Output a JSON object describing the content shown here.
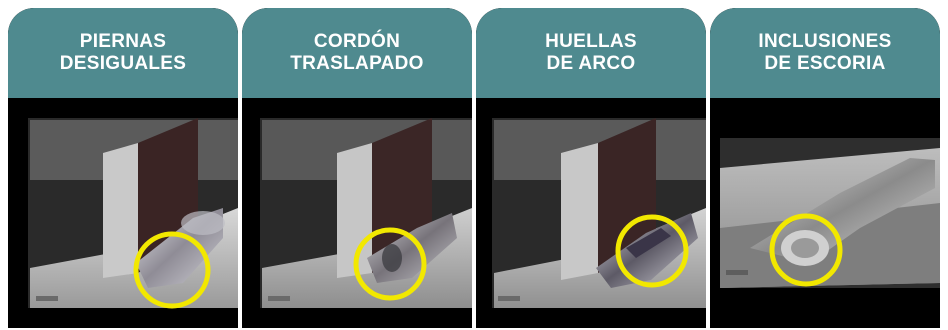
{
  "panels": [
    {
      "title_line1": "PIERNAS",
      "title_line2": "DESIGUALES",
      "image": "weld-unequal-legs-photo",
      "icon": "highlight-circle-icon"
    },
    {
      "title_line1": "CORDÓN",
      "title_line2": "TRASLAPADO",
      "image": "weld-overlap-bead-photo",
      "icon": "highlight-circle-icon"
    },
    {
      "title_line1": "HUELLAS",
      "title_line2": "DE ARCO",
      "image": "weld-arc-strike-photo",
      "icon": "highlight-circle-icon"
    },
    {
      "title_line1": "INCLUSIONES",
      "title_line2": "DE ESCORIA",
      "image": "weld-slag-inclusion-photo",
      "icon": "highlight-circle-icon"
    }
  ],
  "colors": {
    "header": "#4f8a8f",
    "background": "#000000",
    "highlight": "#f2e800",
    "title_text": "#ffffff"
  }
}
